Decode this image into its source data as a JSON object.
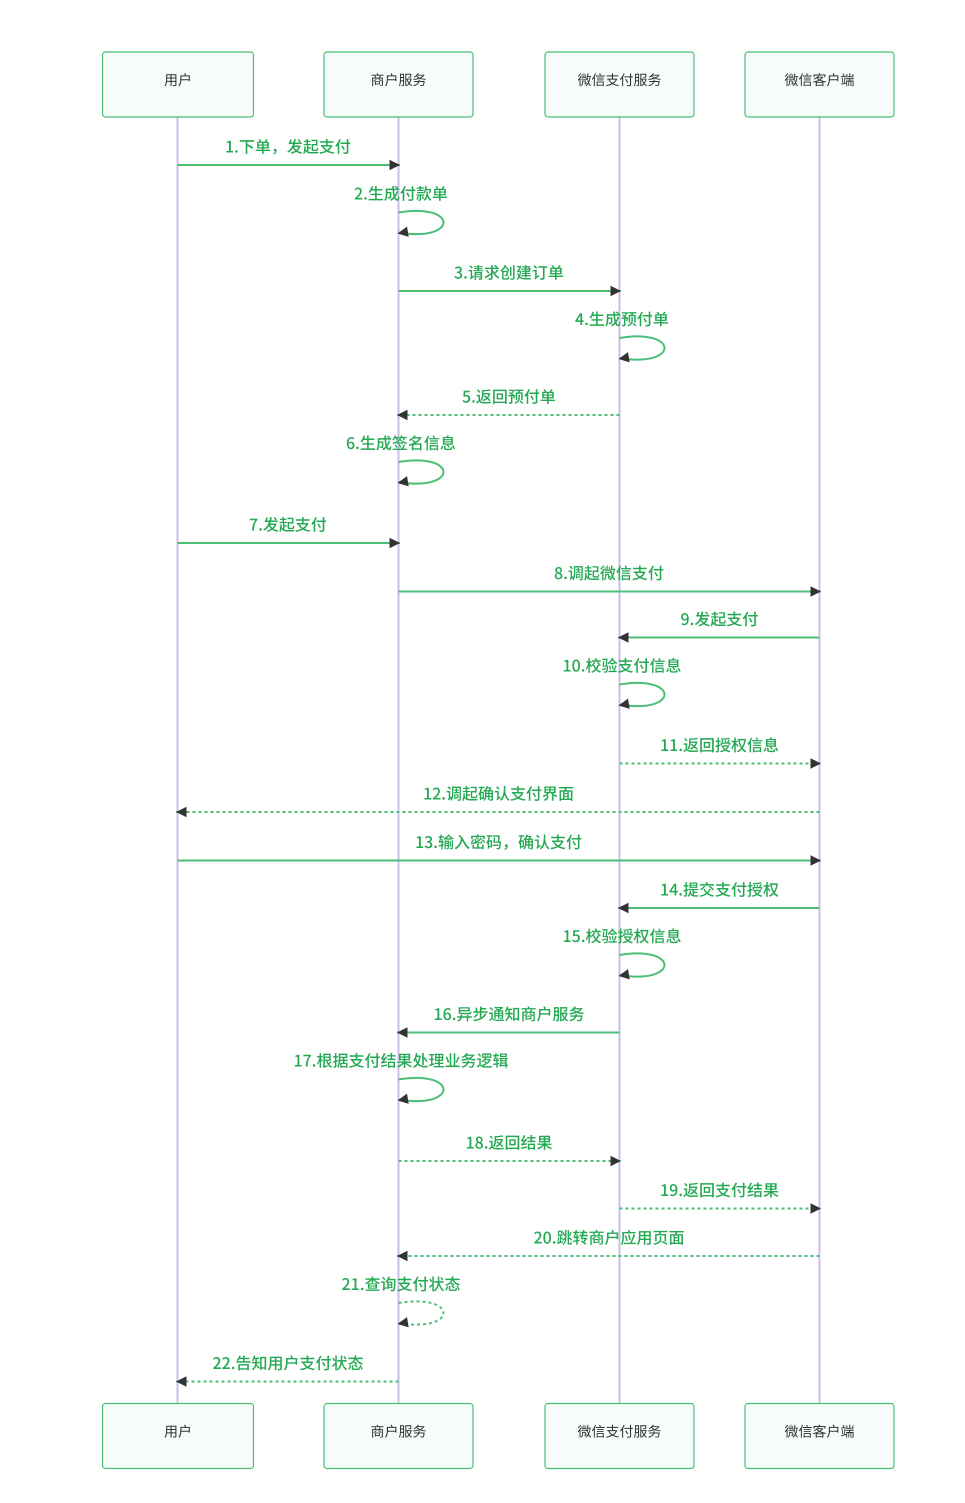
{
  "diagram": {
    "type": "sequence",
    "participants": [
      {
        "id": "user",
        "label": "用户"
      },
      {
        "id": "merchant",
        "label": "商户服务"
      },
      {
        "id": "wxpay",
        "label": "微信支付服务"
      },
      {
        "id": "wxclient",
        "label": "微信客户端"
      }
    ],
    "messages": [
      {
        "seq": 1,
        "label": "1.下单，发起支付",
        "from": "user",
        "to": "merchant",
        "line": "solid"
      },
      {
        "seq": 2,
        "label": "2.生成付款单",
        "from": "merchant",
        "to": "merchant",
        "line": "solid"
      },
      {
        "seq": 3,
        "label": "3.请求创建订单",
        "from": "merchant",
        "to": "wxpay",
        "line": "solid"
      },
      {
        "seq": 4,
        "label": "4.生成预付单",
        "from": "wxpay",
        "to": "wxpay",
        "line": "solid"
      },
      {
        "seq": 5,
        "label": "5.返回预付单",
        "from": "wxpay",
        "to": "merchant",
        "line": "dashed"
      },
      {
        "seq": 6,
        "label": "6.生成签名信息",
        "from": "merchant",
        "to": "merchant",
        "line": "solid"
      },
      {
        "seq": 7,
        "label": "7.发起支付",
        "from": "user",
        "to": "merchant",
        "line": "solid"
      },
      {
        "seq": 8,
        "label": "8.调起微信支付",
        "from": "merchant",
        "to": "wxclient",
        "line": "solid"
      },
      {
        "seq": 9,
        "label": "9.发起支付",
        "from": "wxclient",
        "to": "wxpay",
        "line": "solid"
      },
      {
        "seq": 10,
        "label": "10.校验支付信息",
        "from": "wxpay",
        "to": "wxpay",
        "line": "solid"
      },
      {
        "seq": 11,
        "label": "11.返回授权信息",
        "from": "wxpay",
        "to": "wxclient",
        "line": "dashed"
      },
      {
        "seq": 12,
        "label": "12.调起确认支付界面",
        "from": "wxclient",
        "to": "user",
        "line": "dashed"
      },
      {
        "seq": 13,
        "label": "13.输入密码，确认支付",
        "from": "user",
        "to": "wxclient",
        "line": "solid"
      },
      {
        "seq": 14,
        "label": "14.提交支付授权",
        "from": "wxclient",
        "to": "wxpay",
        "line": "solid"
      },
      {
        "seq": 15,
        "label": "15.校验授权信息",
        "from": "wxpay",
        "to": "wxpay",
        "line": "solid"
      },
      {
        "seq": 16,
        "label": "16.异步通知商户服务",
        "from": "wxpay",
        "to": "merchant",
        "line": "solid"
      },
      {
        "seq": 17,
        "label": "17.根据支付结果处理业务逻辑",
        "from": "merchant",
        "to": "merchant",
        "line": "solid"
      },
      {
        "seq": 18,
        "label": "18.返回结果",
        "from": "merchant",
        "to": "wxpay",
        "line": "dashed"
      },
      {
        "seq": 19,
        "label": "19.返回支付结果",
        "from": "wxpay",
        "to": "wxclient",
        "line": "dashed"
      },
      {
        "seq": 20,
        "label": "20.跳转商户应用页面",
        "from": "wxclient",
        "to": "merchant",
        "line": "dashed"
      },
      {
        "seq": 21,
        "label": "21.查询支付状态",
        "from": "merchant",
        "to": "merchant",
        "line": "dashed"
      },
      {
        "seq": 22,
        "label": "22.告知用户支付状态",
        "from": "merchant",
        "to": "user",
        "line": "dashed"
      }
    ],
    "colors": {
      "actor_fill": "#f6fcf9",
      "actor_border": "#4cbe77",
      "actor_text": "#333333",
      "lifeline": "#c9bfe9",
      "message_line": "#4cbe77",
      "message_text": "#23a952",
      "arrowhead": "#333333",
      "background": "#ffffff"
    }
  }
}
